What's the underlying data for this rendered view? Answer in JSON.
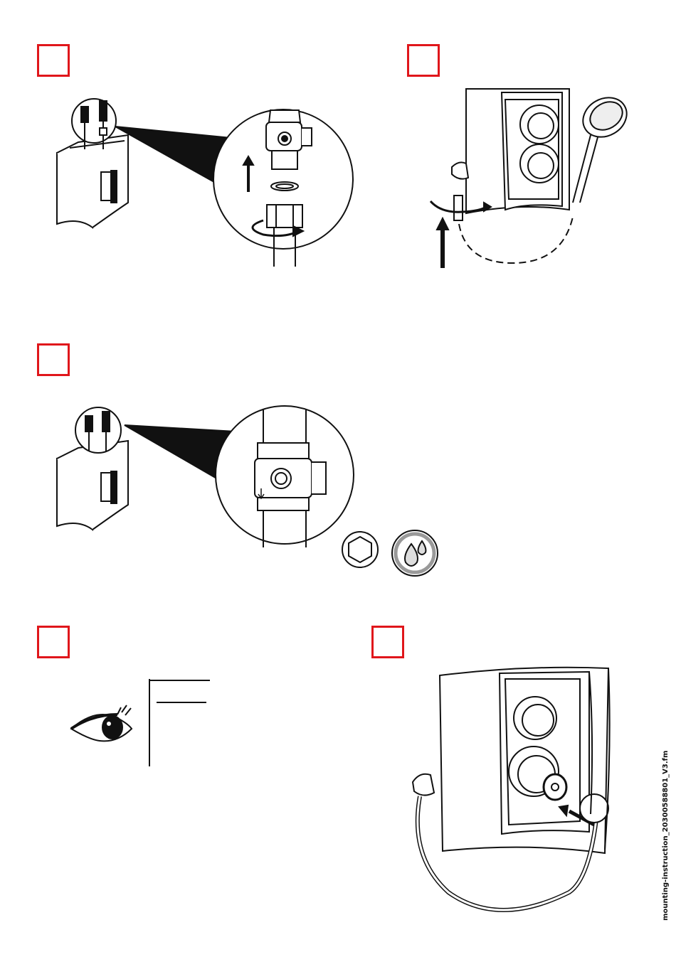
{
  "page": {
    "footer_filename": "mounting-instruction_20300588801_V3.fm"
  },
  "colors": {
    "step_box_border": "#e0161b",
    "line_art": "#111111",
    "shading": "#cfcfcf"
  },
  "steps": [
    {
      "id": "step-1",
      "illustration": "angle-valve-connection-icon"
    },
    {
      "id": "step-2",
      "illustration": "shower-panel-hose-connection-icon"
    },
    {
      "id": "step-3",
      "illustration": "open-angle-valve-icon"
    },
    {
      "id": "step-4",
      "illustration": "inspect-eye-icon"
    },
    {
      "id": "step-5",
      "illustration": "push-on-cap-icon"
    }
  ],
  "icons": {
    "hex_key": "hex-key-icon",
    "water_drops": "water-drops-icon"
  }
}
